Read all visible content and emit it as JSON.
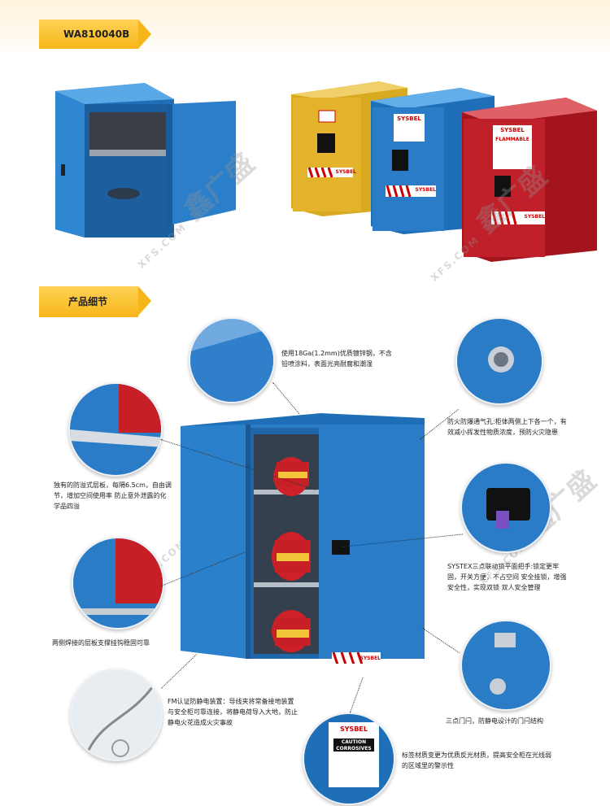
{
  "header": {
    "model_tag": "WA810040B"
  },
  "section": {
    "title": "产品细节"
  },
  "brand_labels": {
    "brand": "SYSBEL",
    "yellow_cabinet_label": "SYSBEL",
    "blue_cabinet_label": "SYSBEL",
    "red_cabinet_label": "SYSBEL",
    "red_cabinet_hazard": "FLAMMABLE",
    "main_cabinet_label": "SYSBEL"
  },
  "callouts": {
    "steel": "使用18Ga(1.2mm)优质镀锌钢，不含铅喷涂料，表面光亮耐腐和潮湿",
    "shelf": "独有的防溢式层板，每隔6.5cm，自由调节，增加空间使用率 防止意外泄露的化学品四溢",
    "vent": "防火防爆通气孔:柜体两侧上下各一个，有效减小挥发性物质浓度，预防火灾隐患",
    "lock": "SYSTEX三点联动锁平面把手:锁定更牢固，开关方便，不占空间 安全挂锁，增强安全性，实现双锁 双人安全管理",
    "bracket": "两侧焊接的层板支撑挂钩稳固可靠",
    "grounding": "FM认证防静电装置：导线夹将常备接地装置与安全柜可靠连接，将静电荷导入大地，防止静电火花造成火灾事故",
    "door": "三点门闩，防静电设计的门闩结构",
    "label": "标签材质变更为优质反光材质，提高安全柜在光线弱的区域里的警示性"
  },
  "label_closeup": {
    "brand": "SYSBEL",
    "line1": "CAUTION",
    "line2": "CORROSIVES"
  },
  "watermark": {
    "text": "鑫广盛",
    "sub": "XFS.COM"
  },
  "colors": {
    "accent": "#f6b619",
    "cabinet_blue": "#2a7cc7",
    "cabinet_yellow": "#e0b22a",
    "cabinet_red": "#c0202a"
  }
}
